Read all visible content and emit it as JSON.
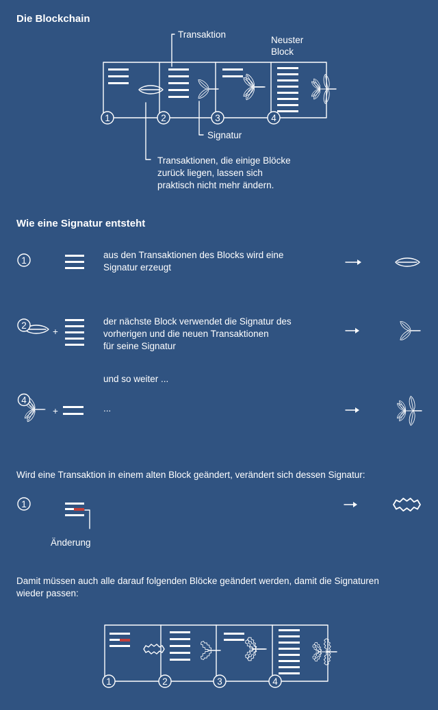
{
  "section1": {
    "title": "Die Blockchain",
    "label_transaktion": "Transaktion",
    "label_neuster_line1": "Neuster",
    "label_neuster_line2": "Block",
    "label_signatur": "Signatur",
    "note_lines": [
      "Transaktionen, die einige Blöcke",
      "zurück liegen, lassen sich",
      "praktisch nicht mehr ändern."
    ],
    "block_numbers": [
      "1",
      "2",
      "3",
      "4"
    ]
  },
  "section2": {
    "title": "Wie eine Signatur entsteht",
    "step1": {
      "number": "1",
      "text_lines": [
        "aus den Transaktionen des Blocks wird eine",
        "Signatur erzeugt"
      ]
    },
    "step2": {
      "number": "2",
      "plus": "+",
      "text_lines": [
        "der nächste Block verwendet die Signatur des",
        "vorherigen und die neuen Transaktionen",
        "für seine Signatur"
      ]
    },
    "step3": {
      "intro": "und so weiter ...",
      "number": "4",
      "plus": "+",
      "ellipsis": "..."
    }
  },
  "section3": {
    "title": "Wird eine Transaktion in einem alten Block geändert, verändert sich dessen Signatur:",
    "number": "1",
    "label_aenderung": "Änderung"
  },
  "section4": {
    "title_lines": [
      "Damit müssen auch alle darauf folgenden Blöcke geändert werden, damit die Signaturen",
      "wieder passen:"
    ],
    "block_numbers": [
      "1",
      "2",
      "3",
      "4"
    ]
  },
  "colors": {
    "background": "#305381",
    "foreground": "#ffffff",
    "change_marker": "#c4403b"
  }
}
